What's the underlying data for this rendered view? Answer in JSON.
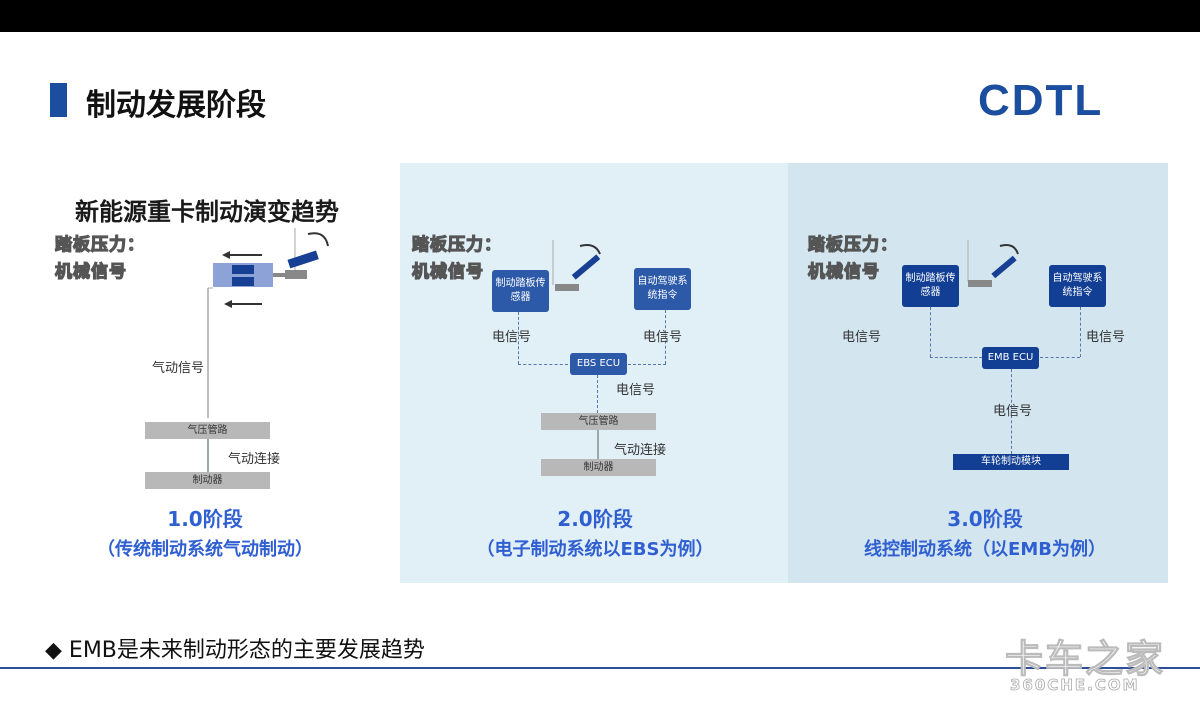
{
  "header": {
    "title": "制动发展阶段",
    "logo": "CDTL"
  },
  "diagram_title": "新能源重卡制动演变趋势",
  "pedal_label": [
    "踏板压力：",
    "机械信号"
  ],
  "stage1": {
    "air_signal": "气动信号",
    "air_pipe": "气压管路",
    "air_connect": "气动连接",
    "brake": "制动器",
    "stage": "1.0阶段",
    "desc": "（传统制动系统气动制动）"
  },
  "stage2": {
    "sensor": "制动踏板传感器",
    "auto": "自动驾驶系统指令",
    "elec_left": "电信号",
    "elec_right": "电信号",
    "ecu": "EBS ECU",
    "elec_down": "电信号",
    "air_pipe": "气压管路",
    "air_connect": "气动连接",
    "brake": "制动器",
    "stage": "2.0阶段",
    "desc": "（电子制动系统以EBS为例）"
  },
  "stage3": {
    "sensor": "制动踏板传感器",
    "auto": "自动驾驶系统指令",
    "elec_left": "电信号",
    "elec_right": "电信号",
    "ecu": "EMB ECU",
    "elec_down": "电信号",
    "wheel": "车轮制动模块",
    "stage": "3.0阶段",
    "desc": "线控制动系统（以EMB为例）"
  },
  "footer": {
    "bullet": "◆ EMB是未来制动形态的主要发展趋势",
    "watermark": "卡车之家",
    "watermark_url": "360CHE.COM"
  },
  "colors": {
    "brand": "#1c4ea0",
    "stage_text": "#2f5fd0"
  }
}
